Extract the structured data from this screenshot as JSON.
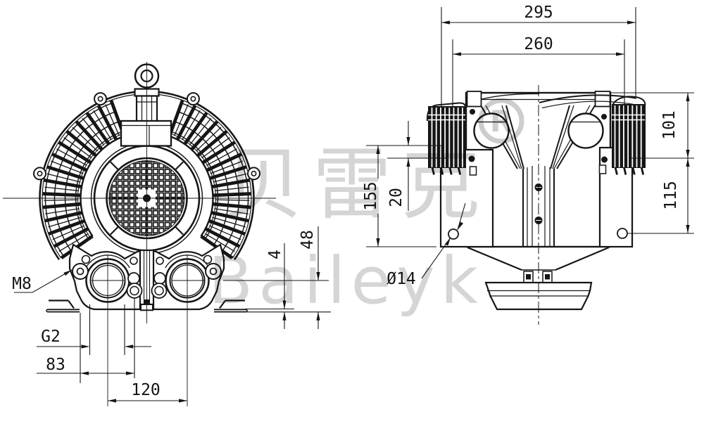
{
  "drawing": {
    "dims": {
      "overall": "295",
      "flange": "260",
      "upper_right": "101",
      "lower_right": "115",
      "flange_height": "155",
      "screw_offset": "20",
      "port_height": "48",
      "foot_thickness": "4",
      "hole": "Ø14",
      "foot_thread": "M8",
      "port_thread": "G2",
      "spacing_a": "83",
      "spacing_b": "120"
    },
    "watermark": {
      "cjk": "贝雷克",
      "latin": "Baileyk",
      "registered": "R"
    }
  }
}
